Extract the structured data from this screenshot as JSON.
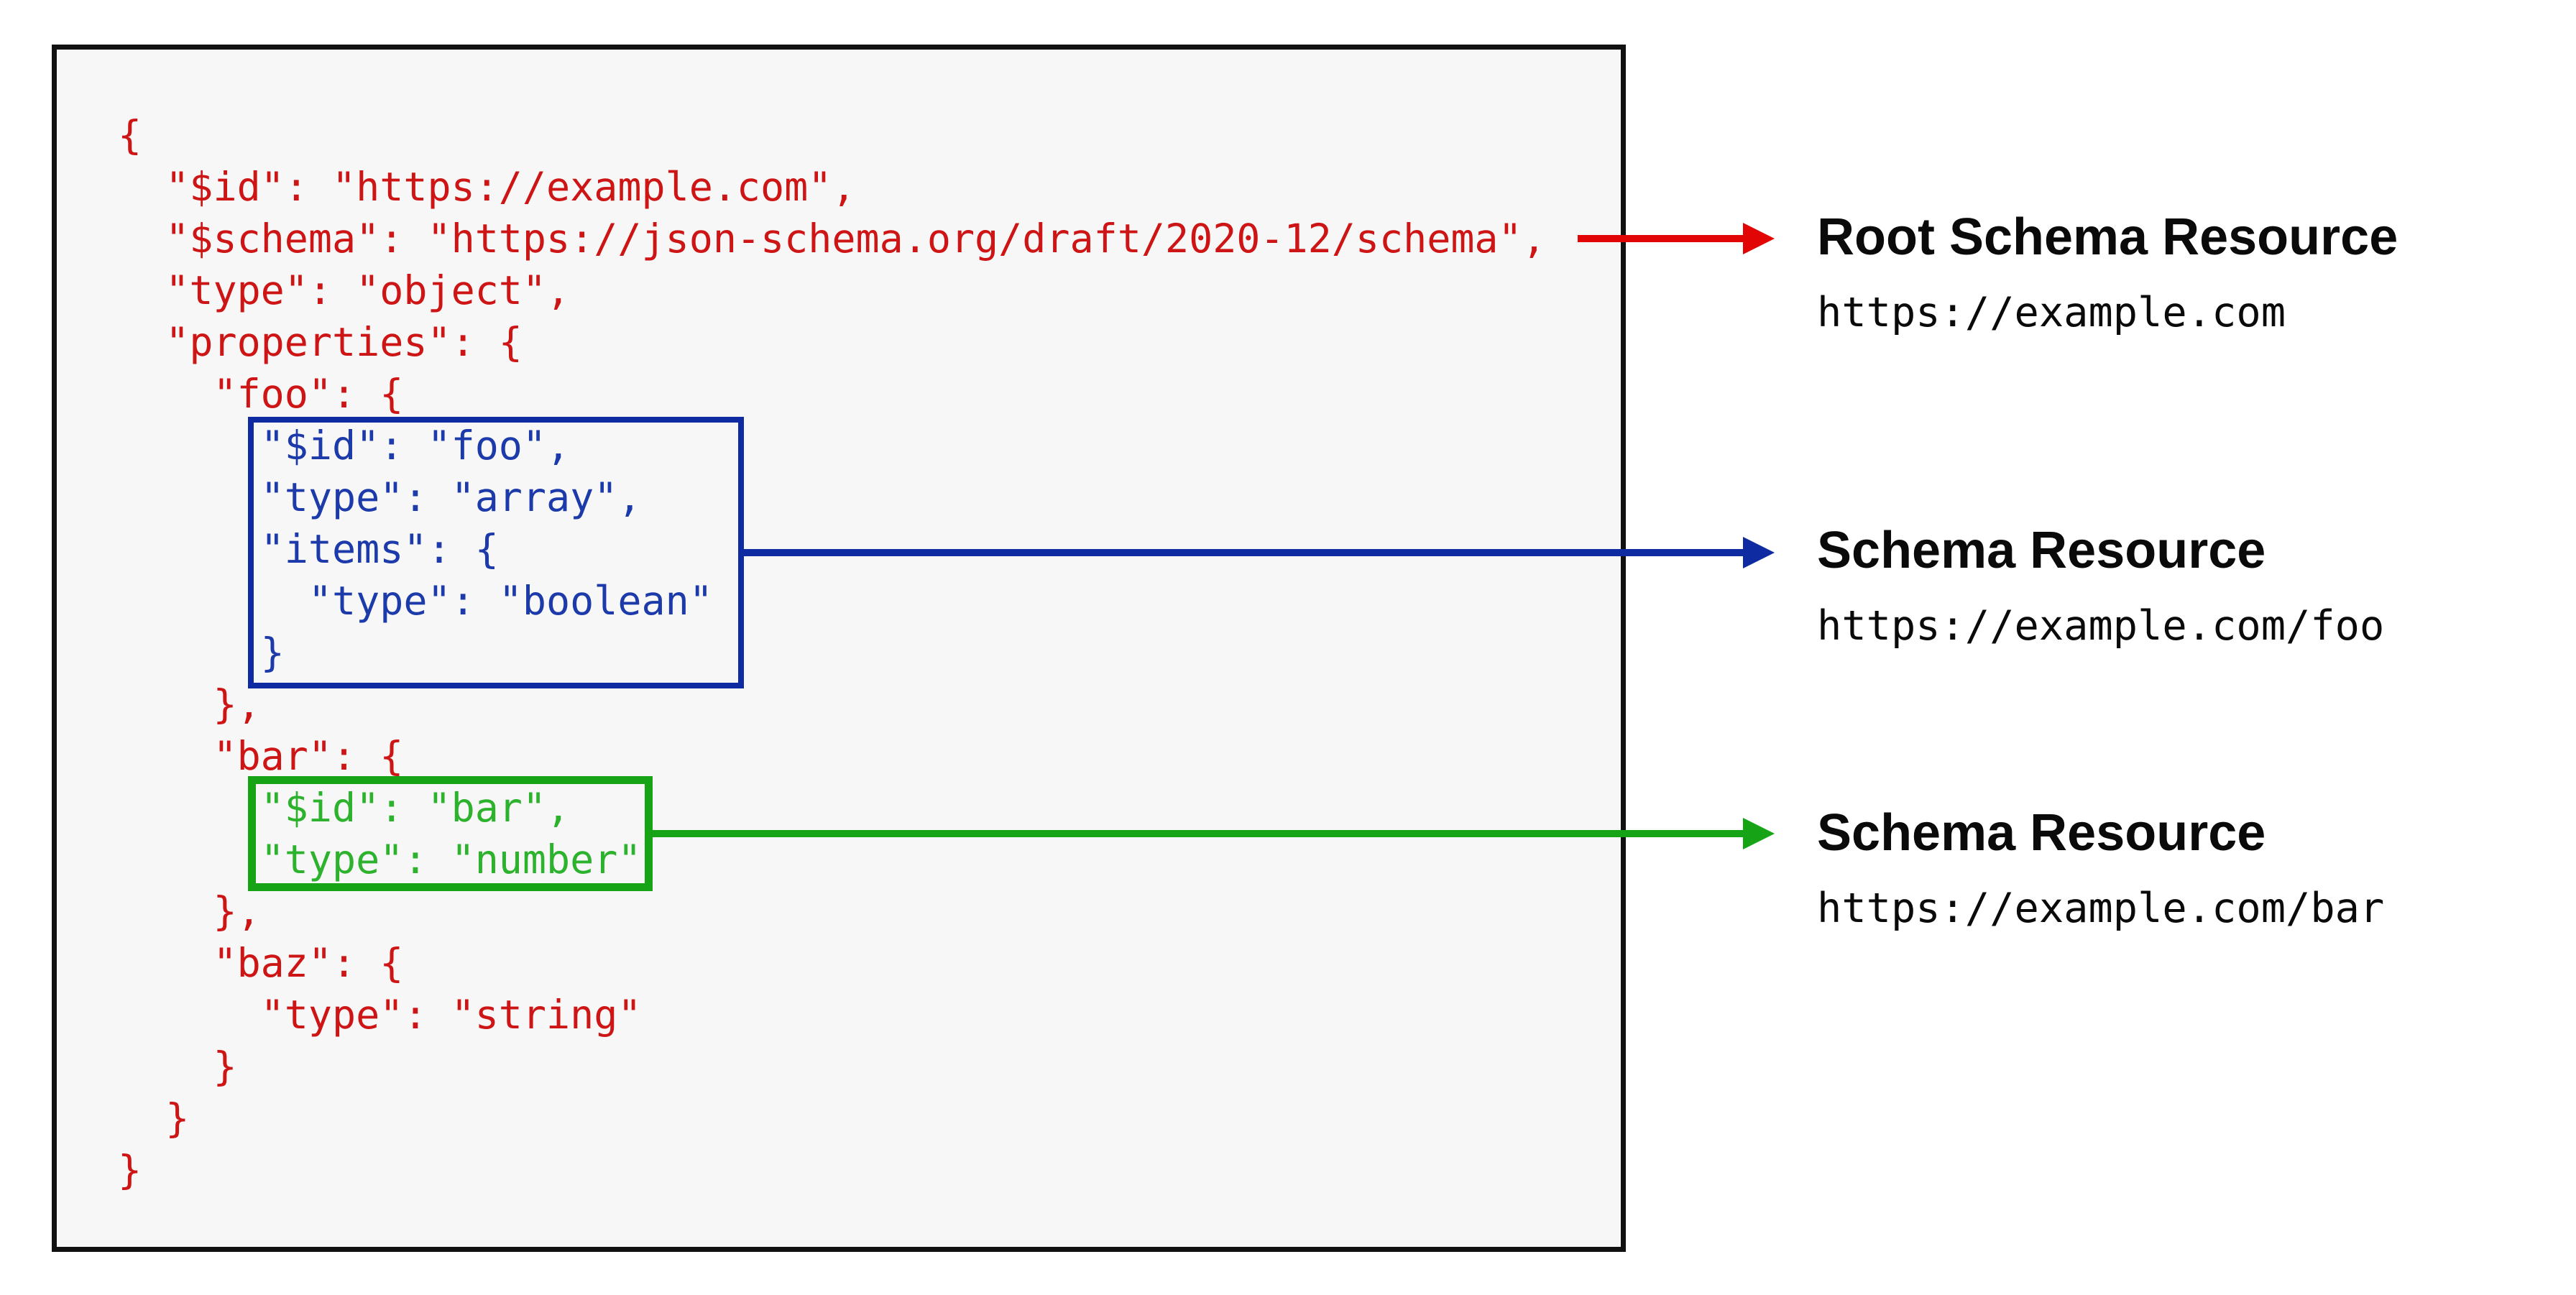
{
  "colors": {
    "panel-bg": "#f7f7f7",
    "panel-border": "#111111",
    "ink": "#0a0a0a",
    "red-text": "#ce1515",
    "red-arrow": "#e10505",
    "blue-text": "#1c3aa9",
    "blue-border": "#0e2ba1",
    "green-text": "#2db22d",
    "green-border": "#16a416"
  },
  "code_panel": {
    "lines": [
      {
        "text": "{",
        "region": "root"
      },
      {
        "text": "  \"$id\": \"https://example.com\",",
        "region": "root"
      },
      {
        "text": "  \"$schema\": \"https://json-schema.org/draft/2020-12/schema\",",
        "region": "root"
      },
      {
        "text": "  \"type\": \"object\",",
        "region": "root"
      },
      {
        "text": "  \"properties\": {",
        "region": "root"
      },
      {
        "text": "    \"foo\": {",
        "region": "root"
      },
      {
        "text": "      \"$id\": \"foo\",",
        "region": "foo"
      },
      {
        "text": "      \"type\": \"array\",",
        "region": "foo"
      },
      {
        "text": "      \"items\": {",
        "region": "foo"
      },
      {
        "text": "        \"type\": \"boolean\"",
        "region": "foo"
      },
      {
        "text": "      }",
        "region": "foo"
      },
      {
        "text": "    },",
        "region": "root"
      },
      {
        "text": "    \"bar\": {",
        "region": "root"
      },
      {
        "text": "      \"$id\": \"bar\",",
        "region": "bar"
      },
      {
        "text": "      \"type\": \"number\"",
        "region": "bar"
      },
      {
        "text": "    },",
        "region": "root"
      },
      {
        "text": "    \"baz\": {",
        "region": "root"
      },
      {
        "text": "      \"type\": \"string\"",
        "region": "root"
      },
      {
        "text": "    }",
        "region": "root"
      },
      {
        "text": "  }",
        "region": "root"
      },
      {
        "text": "}",
        "region": "root"
      }
    ]
  },
  "annotations": [
    {
      "title": "Root Schema Resource",
      "url": "https://example.com",
      "color": "#e10505"
    },
    {
      "title": "Schema Resource",
      "url": "https://example.com/foo",
      "color": "#0e2ba1"
    },
    {
      "title": "Schema Resource",
      "url": "https://example.com/bar",
      "color": "#16a416"
    }
  ]
}
